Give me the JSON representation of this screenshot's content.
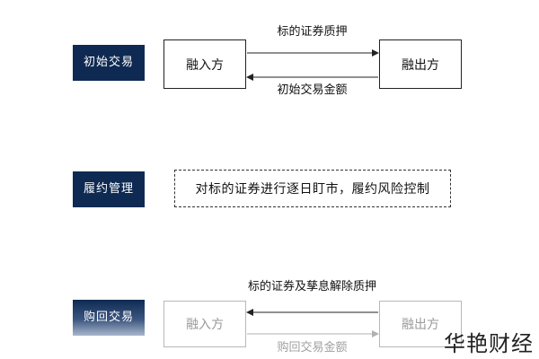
{
  "stages": {
    "initial": {
      "label": "初始交易",
      "left_party": "融入方",
      "right_party": "融出方",
      "top_flow": "标的证券质押",
      "bottom_flow": "初始交易金额"
    },
    "performance": {
      "label": "履约管理",
      "note": "对标的证券进行逐日盯市，履约风险控制"
    },
    "repurchase": {
      "label": "购回交易",
      "left_party": "融入方",
      "right_party": "融出方",
      "top_flow": "标的证券及孳息解除质押",
      "bottom_flow": "购回交易金额"
    }
  },
  "watermark": "华艳财经"
}
